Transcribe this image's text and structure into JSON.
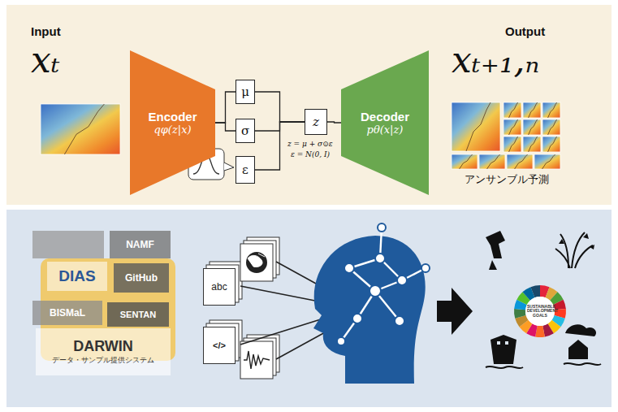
{
  "diagram": {
    "nodes": [
      {
        "text": [
          "Encoder",
          "qφ(z|x)"
        ]
      },
      {
        "text": [
          "μ"
        ]
      },
      {
        "text": [
          "σ"
        ]
      },
      {
        "text": [
          "ε"
        ]
      },
      {
        "text": [
          "z"
        ]
      },
      {
        "text": [
          "Decoder",
          "pθ(x|z)"
        ]
      },
      {
        "text": [
          "NAMF"
        ]
      },
      {
        "text": [
          "DIAS"
        ]
      },
      {
        "text": [
          "GitHub"
        ]
      },
      {
        "text": [
          "BISMaL"
        ]
      },
      {
        "text": [
          "SENTAN"
        ]
      },
      {
        "text": [
          "DARWIN",
          "データ・サンプル提供システム"
        ]
      },
      {
        "text": [
          "abc"
        ]
      },
      {
        "text": [
          "</>"
        ]
      }
    ],
    "edges": [
      {
        "from": 0,
        "to": 1,
        "arrow": "none"
      },
      {
        "from": 0,
        "to": 2,
        "arrow": "none"
      },
      {
        "from": 1,
        "to": 4,
        "arrow": "none"
      },
      {
        "from": 2,
        "to": 4,
        "arrow": "none"
      },
      {
        "from": 3,
        "to": 4,
        "arrow": "none"
      },
      {
        "from": 4,
        "to": 5,
        "arrow": "none"
      }
    ],
    "labels": [
      "Input",
      "xₜ",
      "Output",
      "xₜ₊₁,ₙ",
      "z = μ + σ⊙ε",
      "ε = N(0, I)",
      "アンサンブル予測",
      "SUSTAINABLE DEVELOPMENT GOALS"
    ]
  }
}
